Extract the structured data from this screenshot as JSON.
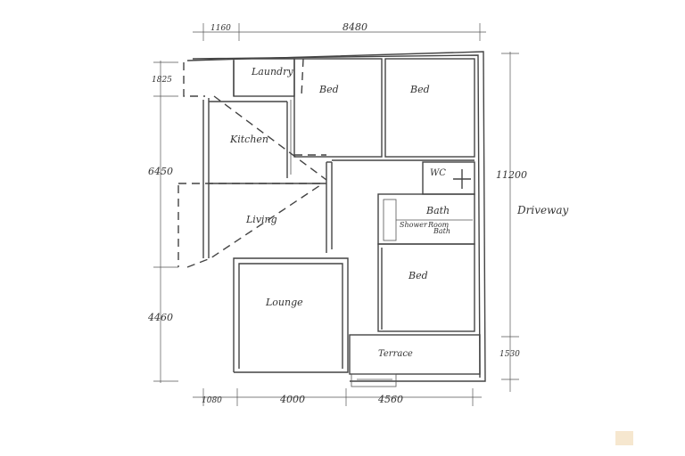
{
  "dimensions": {
    "top_left": "1160",
    "top_total": "8480",
    "left_top": "1825",
    "left_middle": "6450",
    "left_bottom": "4460",
    "right_total": "11200",
    "right_bottom": "1530",
    "bottom_left": "1080",
    "bottom_middle": "4000",
    "bottom_right": "4560"
  },
  "rooms": {
    "laundry": "Laundry",
    "bed1": "Bed",
    "bed2": "Bed",
    "kitchen": "Kitchen",
    "wc": "WC",
    "bath": "Bath",
    "shower": "Shower",
    "room": "Room",
    "bath_small": "Bath",
    "living": "Living",
    "bed3": "Bed",
    "lounge": "Lounge",
    "terrace": "Terrace"
  },
  "labels": {
    "driveway": "Driveway"
  }
}
